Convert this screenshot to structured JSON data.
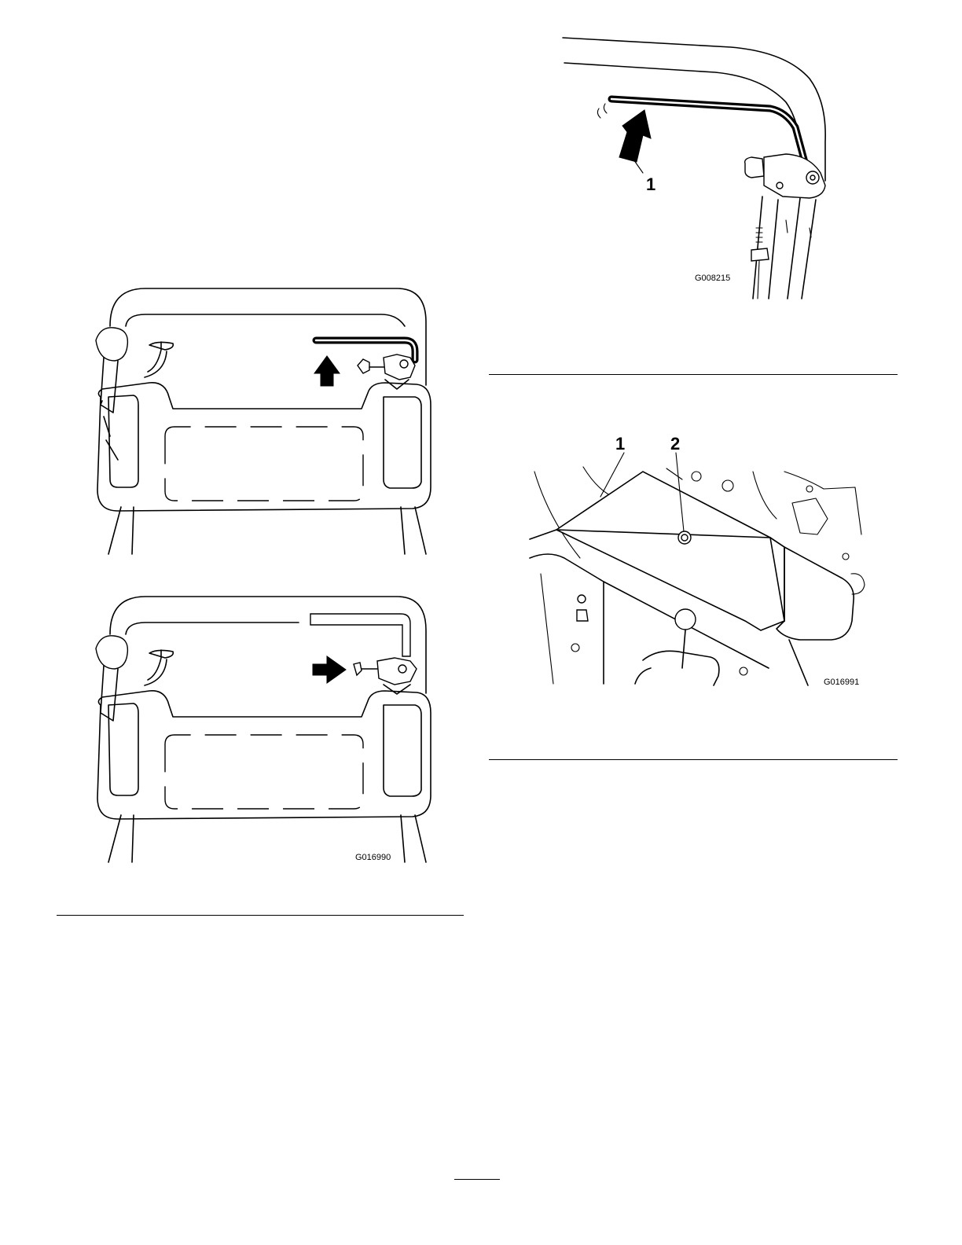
{
  "figures": {
    "handle_closeup": {
      "id": "G008215",
      "callouts": [
        "1"
      ]
    },
    "handle_positions": {
      "id": "G016990"
    },
    "belt_cover": {
      "id": "G016991",
      "callouts": [
        "1",
        "2"
      ]
    }
  }
}
